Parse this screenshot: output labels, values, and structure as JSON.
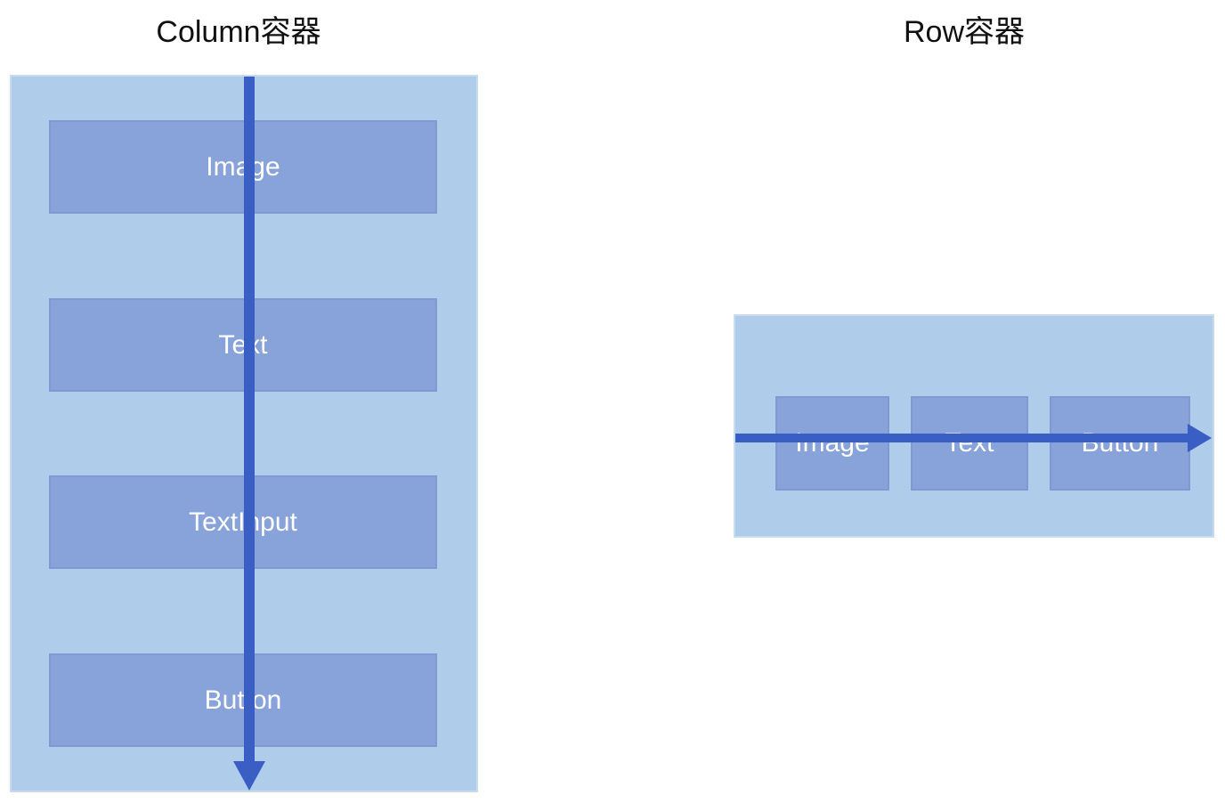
{
  "colors": {
    "container_fill": "#afcdea",
    "item_fill": "#88a3d9",
    "arrow": "#3a5fc4",
    "label_text": "#ffffff",
    "title_text": "#111111"
  },
  "column_diagram": {
    "title": "Column容器",
    "items": [
      {
        "label": "Image"
      },
      {
        "label": "Text"
      },
      {
        "label": "TextInput"
      },
      {
        "label": "Button"
      }
    ]
  },
  "row_diagram": {
    "title": "Row容器",
    "items": [
      {
        "label": "Image"
      },
      {
        "label": "Text"
      },
      {
        "label": "Button"
      }
    ]
  }
}
